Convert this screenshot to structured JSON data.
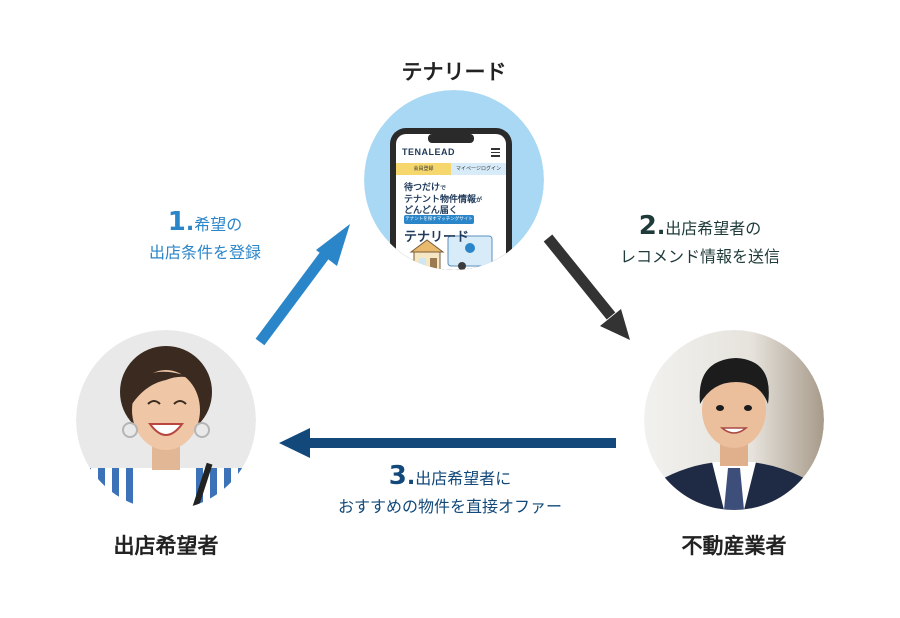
{
  "nodes": {
    "top": {
      "label": "テナリード"
    },
    "left": {
      "label": "出店希望者"
    },
    "right": {
      "label": "不動産業者"
    }
  },
  "phone": {
    "logo": "TENALEAD",
    "menu_icon": "hamburger-icon",
    "tab_left": "会員登録",
    "tab_right": "マイページログイン",
    "headline_line1_main": "待つだけ",
    "headline_line1_small": "で",
    "headline_line2_main": "テナント物件情報",
    "headline_line2_small": "が",
    "headline_line3": "どんどん届く",
    "badge": "テナントを探すマッチングサイト",
    "brand": "テナリード"
  },
  "steps": {
    "step1": {
      "number": "1",
      "line1": "希望の",
      "line2": "出店条件を登録",
      "color": "#2b86c9"
    },
    "step2": {
      "number": "2",
      "line1": "出店希望者の",
      "line2": "レコメンド情報を送信",
      "color": "#1f3a3a"
    },
    "step3": {
      "number": "3",
      "line1": "出店希望者に",
      "line2": "おすすめの物件を直接オファー",
      "color": "#12497a"
    }
  },
  "colors": {
    "arrow1": "#2b86c9",
    "arrow2": "#333333",
    "arrow3": "#12497a",
    "phone_bg": "#a9d8f5",
    "tab_left": "#f5d76e",
    "tab_right": "#d7ecf8",
    "badge": "#2b86c9"
  }
}
